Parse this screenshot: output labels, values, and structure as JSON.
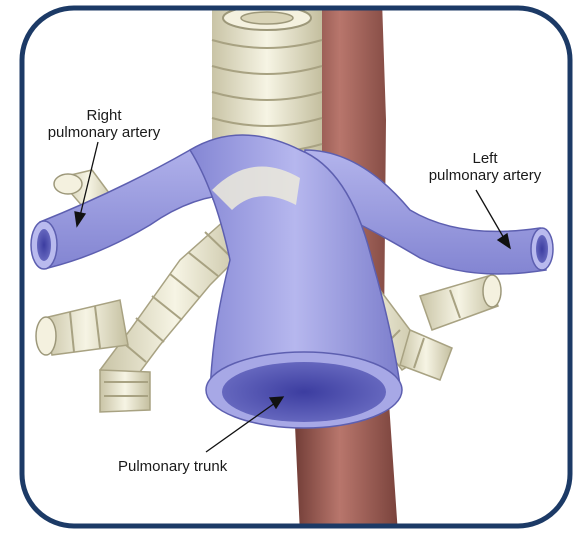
{
  "labels": {
    "right_pulmonary_artery": {
      "line1": "Right",
      "line2": "pulmonary artery"
    },
    "left_pulmonary_artery": {
      "line1": "Left",
      "line2": "pulmonary artery"
    },
    "pulmonary_trunk": "Pulmonary trunk"
  },
  "colors": {
    "frame": "#1c3a66",
    "artery": "#9d9fe0",
    "artery_dark": "#6f70c0",
    "airway": "#ebe8d2",
    "airway_shadow": "#c9c4a6",
    "esophagus": "#9c5d55"
  }
}
